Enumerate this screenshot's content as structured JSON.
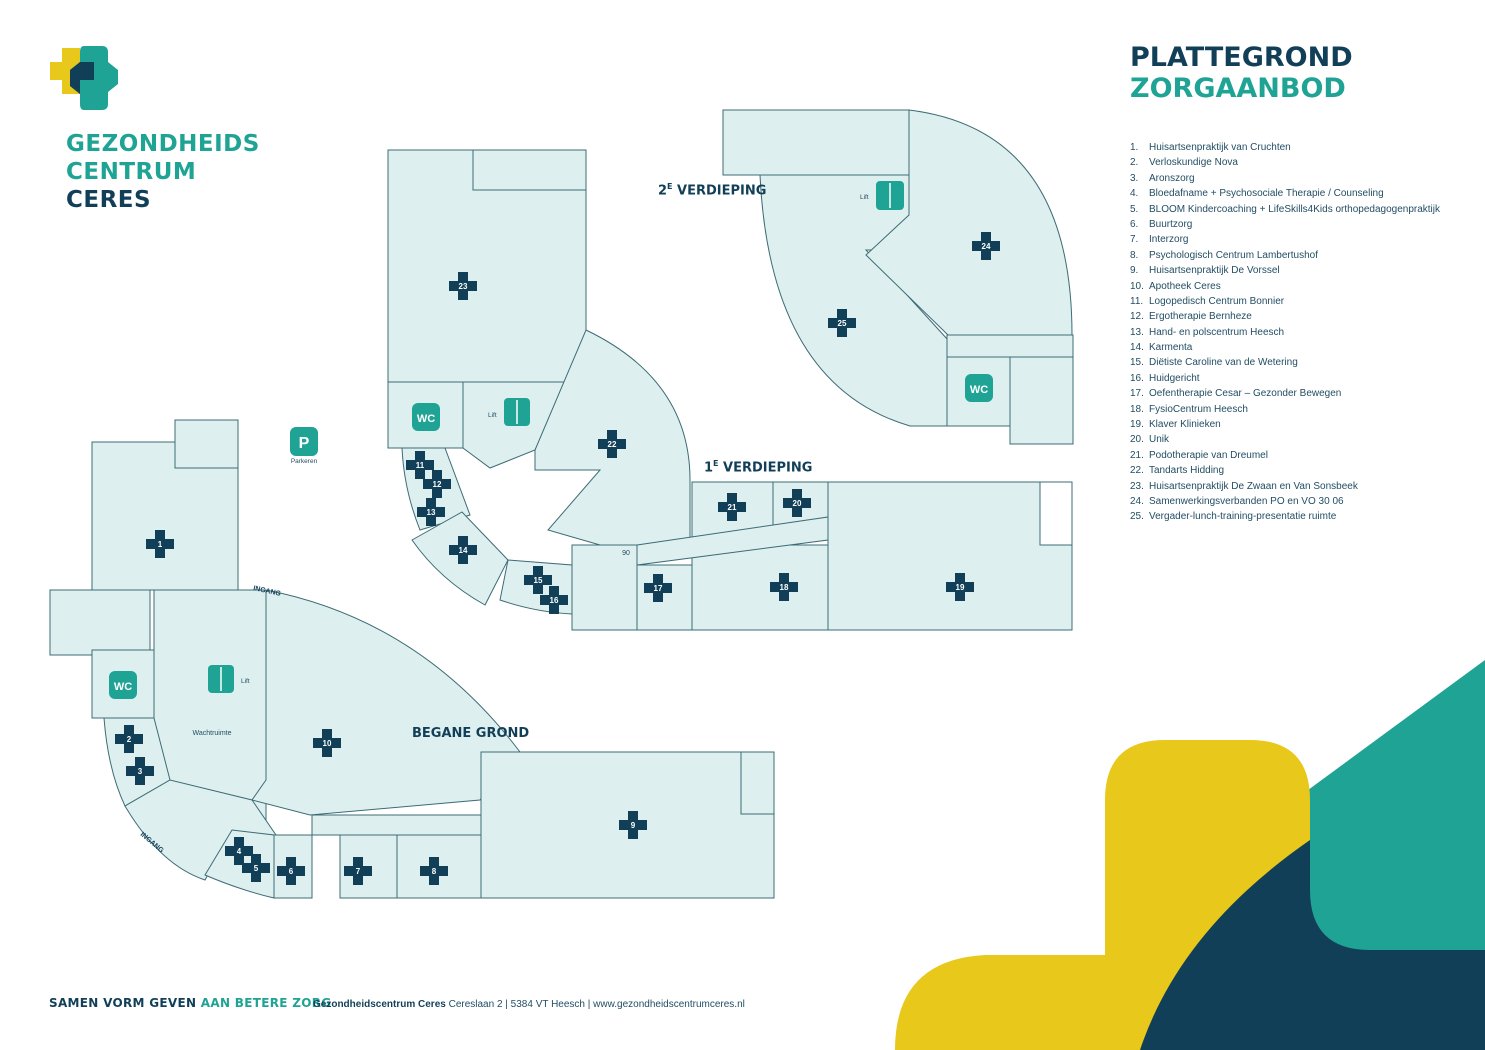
{
  "brand": {
    "line1": "GEZONDHEIDS",
    "line2": "CENTRUM",
    "line3": "CERES"
  },
  "title": {
    "line1": "PLATTEGROND",
    "line2": "ZORGAANBOD"
  },
  "colors": {
    "navy": "#123f58",
    "teal": "#1fa394",
    "yellow": "#e8c81a",
    "room_fill": "#ddf0ef",
    "room_stroke": "#3d6b76"
  },
  "legend": [
    {
      "num": "1.",
      "label": "Huisartsenpraktijk van Cruchten"
    },
    {
      "num": "2.",
      "label": "Verloskundige Nova"
    },
    {
      "num": "3.",
      "label": "Aronszorg"
    },
    {
      "num": "4.",
      "label": "Bloedafname + Psychosociale Therapie / Counseling"
    },
    {
      "num": "5.",
      "label": "BLOOM Kindercoaching + LifeSkills4Kids orthopedagogenpraktijk"
    },
    {
      "num": "6.",
      "label": "Buurtzorg"
    },
    {
      "num": "7.",
      "label": "Interzorg"
    },
    {
      "num": "8.",
      "label": "Psychologisch Centrum Lambertushof"
    },
    {
      "num": "9.",
      "label": "Huisartsenpraktijk De Vorssel"
    },
    {
      "num": "10.",
      "label": "Apotheek Ceres"
    },
    {
      "num": "11.",
      "label": "Logopedisch Centrum Bonnier"
    },
    {
      "num": "12.",
      "label": "Ergotherapie Bernheze"
    },
    {
      "num": "13.",
      "label": "Hand- en polscentrum Heesch"
    },
    {
      "num": "14.",
      "label": "Karmenta"
    },
    {
      "num": "15.",
      "label": "Diëtiste Caroline van de Wetering"
    },
    {
      "num": "16.",
      "label": "Huidgericht"
    },
    {
      "num": "17.",
      "label": "Oefentherapie Cesar – Gezonder Bewegen"
    },
    {
      "num": "18.",
      "label": "FysioCentrum Heesch"
    },
    {
      "num": "19.",
      "label": "Klaver Klinieken"
    },
    {
      "num": "20.",
      "label": "Unik"
    },
    {
      "num": "21.",
      "label": "Podotherapie van Dreumel"
    },
    {
      "num": "22.",
      "label": "Tandarts Hidding"
    },
    {
      "num": "23.",
      "label": "Huisartsenpraktijk De Zwaan en Van Sonsbeek"
    },
    {
      "num": "24.",
      "label": "Samenwerkingsverbanden PO en VO 30 06"
    },
    {
      "num": "25.",
      "label": "Vergader-lunch-training-presentatie ruimte"
    }
  ],
  "floors": {
    "ground": "BEGANE GROND",
    "first_num": "1",
    "first_sup": "E",
    "first_text": " VERDIEPING",
    "second_num": "2",
    "second_sup": "E",
    "second_text": " VERDIEPING"
  },
  "labels": {
    "wc": "WC",
    "lift": "Lift",
    "parking_letter": "P",
    "parking": "Parkeren",
    "waiting": "Wachtruimte",
    "entrance": "INGANG",
    "room_90": "90"
  },
  "markers": [
    "1",
    "2",
    "3",
    "4",
    "5",
    "6",
    "7",
    "8",
    "9",
    "10",
    "11",
    "12",
    "13",
    "14",
    "15",
    "16",
    "17",
    "18",
    "19",
    "20",
    "21",
    "22",
    "23",
    "24",
    "25"
  ],
  "footer": {
    "slogan_part1": "SAMEN VORM GEVEN ",
    "slogan_part2": "AAN BETERE ZORG",
    "org": "Gezondheidscentrum Ceres",
    "address": "  Cereslaan 2  |  5384 VT Heesch  |  www.gezondheidscentrumceres.nl"
  }
}
